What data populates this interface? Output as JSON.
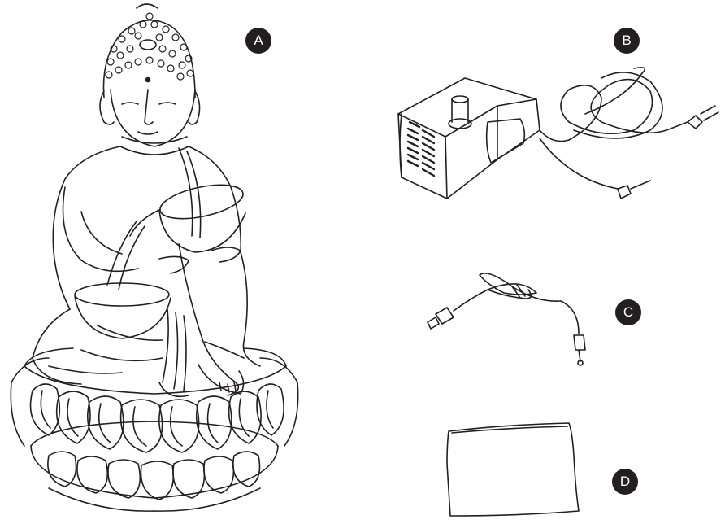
{
  "labels": {
    "a": "A",
    "b": "B",
    "c": "C",
    "d": "D"
  },
  "colors": {
    "line": "#231f20",
    "badge_fill": "#231f20",
    "badge_text": "#ffffff",
    "background": "#ffffff"
  },
  "items": [
    {
      "label": "A",
      "icon": "buddha-fountain-icon"
    },
    {
      "label": "B",
      "icon": "water-pump-icon"
    },
    {
      "label": "C",
      "icon": "led-light-cable-icon"
    },
    {
      "label": "D",
      "icon": "cleaning-cloth-icon"
    }
  ]
}
